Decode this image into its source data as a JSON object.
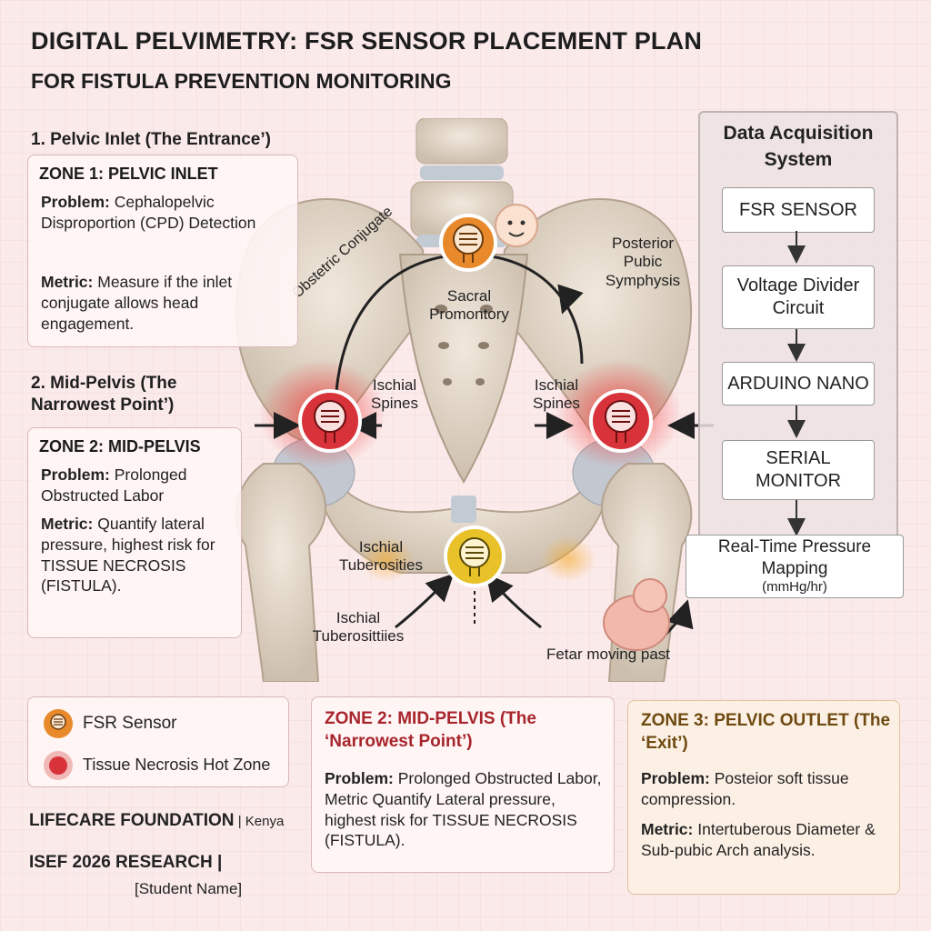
{
  "title": {
    "line1": "DIGITAL PELVIMETRY: FSR SENSOR PLACEMENT PLAN",
    "line2": "FOR FISTULA PREVENTION MONITORING"
  },
  "section1": {
    "heading": "1. Pelvic Inlet (The Entrance’)",
    "zone_title": "ZONE 1: PELVIC INLET",
    "problem_label": "Problem:",
    "problem_text": " Cephalopelvic Disproportion (CPD) Detection",
    "metric_label": "Metric:",
    "metric_text": " Measure if the inlet conjugate allows head engagement."
  },
  "section2": {
    "heading": "2. Mid-Pelvis (The Narrowest Point’)",
    "zone_title": "ZONE 2: MID-PELVIS",
    "problem_label": "Problem:",
    "problem_text": " Prolonged Obstructed Labor",
    "metric_label": "Metric:",
    "metric_text": " Quantify lateral pressure, highest risk for TISSUE NECROSIS (FISTULA)."
  },
  "anatomy": {
    "obstetric_conjugate": "Obstetric Conjugate",
    "sacral_promontory": "Sacral Promontory",
    "posterior_pubic": "Posterior Pubic Symphysis",
    "ischial_spines_left": "Ischial Spines",
    "ischial_spines_right": "Ischial Spines",
    "ischial_tuberosities_upper": "Ischial Tuberosities",
    "ischial_tuberosities_lower": "Ischial Tuberosittiies",
    "fetal_moving": "Fetar moving past"
  },
  "flow": {
    "title": "Data Acquisition System",
    "steps": [
      "FSR SENSOR",
      "Voltage Divider Circuit",
      "ARDUINO NANO",
      "SERIAL MONITOR"
    ],
    "final_main": "Real-Time Pressure Mapping",
    "final_unit": "(mmHg/hr)"
  },
  "legend": {
    "fsr": "FSR Sensor",
    "hot_zone": "Tissue Necrosis Hot Zone"
  },
  "zone2_card": {
    "title": "ZONE 2: MID-PELVIS (The ‘Narrowest Point’)",
    "problem_label": "Problem:",
    "problem_text": " Prolonged Obstructed Labor,  Metric Quantify Lateral pressure, highest risk for TISSUE NECROSIS (FISTULA)."
  },
  "zone3_card": {
    "title": "ZONE 3: PELVIC OUTLET (The ‘Exit’)",
    "problem_label": "Problem:",
    "problem_text": " Posteior soft tissue compression.",
    "metric_label": "Metric:",
    "metric_text": " Intertuberous Diameter & Sub-pubic Arch analysis."
  },
  "footer": {
    "org": "LIFECARE FOUNDATION",
    "country": " | Kenya",
    "research": "ISEF 2026 RESEARCH |",
    "student": "[Student Name]"
  },
  "colors": {
    "sensor_orange": "#e8892b",
    "hot_red": "#d8323a",
    "sensor_yellow": "#e8c228",
    "zone2_title": "#a8252c",
    "zone3_title": "#6e4a10"
  }
}
